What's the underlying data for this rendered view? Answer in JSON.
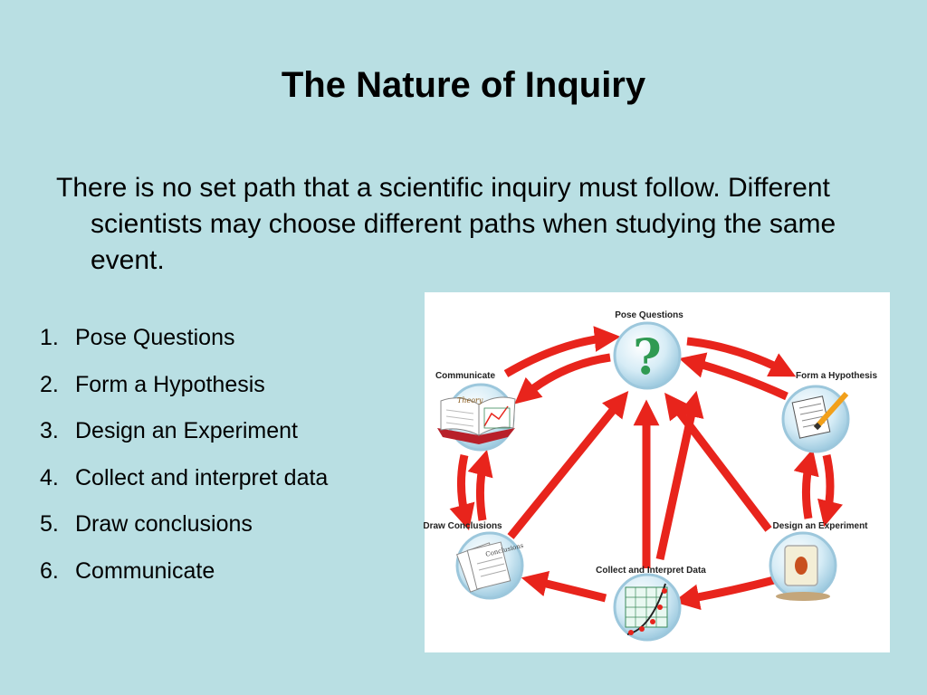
{
  "slide": {
    "title": "The Nature of Inquiry",
    "intro": "There is no set path that a scientific inquiry must follow. Different scientists may choose different paths when studying the same event."
  },
  "steps": [
    {
      "num": "1.",
      "label": "Pose Questions"
    },
    {
      "num": "2.",
      "label": "Form a Hypothesis"
    },
    {
      "num": "3.",
      "label": "Design an Experiment"
    },
    {
      "num": "4.",
      "label": "Collect and interpret data"
    },
    {
      "num": "5.",
      "label": "Draw conclusions"
    },
    {
      "num": "6.",
      "label": "Communicate"
    }
  ],
  "diagram": {
    "nodes": {
      "pose": "Pose Questions",
      "hypothesis": "Form a Hypothesis",
      "experiment": "Design an Experiment",
      "collect": "Collect and Interpret Data",
      "conclusions": "Draw Conclusions",
      "communicate": "Communicate"
    },
    "icons": {
      "pose": "question-mark-icon",
      "hypothesis": "notepad-pencil-icon",
      "experiment": "beaker-icon",
      "collect": "graph-icon",
      "conclusions": "papers-icon",
      "communicate": "book-icon"
    },
    "book_text": "Theory",
    "papers_text": "Conclusions",
    "colors": {
      "arrow": "#e8241c",
      "node_fill": "#cfe7f2",
      "node_ring": "#9cc7dc"
    }
  }
}
